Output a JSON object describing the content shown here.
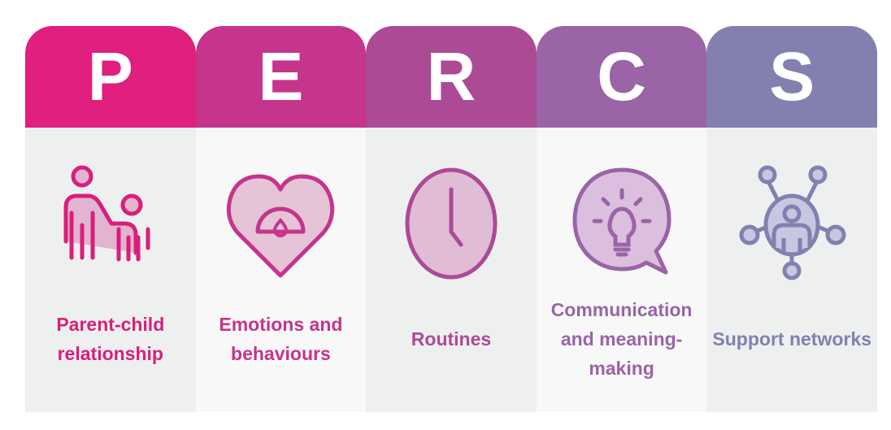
{
  "pillars": [
    {
      "letter": "P",
      "label": "Parent-child relationship",
      "icon": "parent-child-icon",
      "color": "#e01f7e",
      "text_color": "#d81f7c"
    },
    {
      "letter": "E",
      "label": "Emotions and behaviours",
      "icon": "heart-gauge-icon",
      "color": "#c4358b",
      "text_color": "#c4358b"
    },
    {
      "letter": "R",
      "label": "Routines",
      "icon": "clock-icon",
      "color": "#ac4a96",
      "text_color": "#ac4a96"
    },
    {
      "letter": "C",
      "label": "Communication and meaning-making",
      "icon": "lightbulb-speech-icon",
      "color": "#9a64a6",
      "text_color": "#9a64a6"
    },
    {
      "letter": "S",
      "label": "Support networks",
      "icon": "network-icon",
      "color": "#8380b0",
      "text_color": "#8380b0"
    }
  ]
}
